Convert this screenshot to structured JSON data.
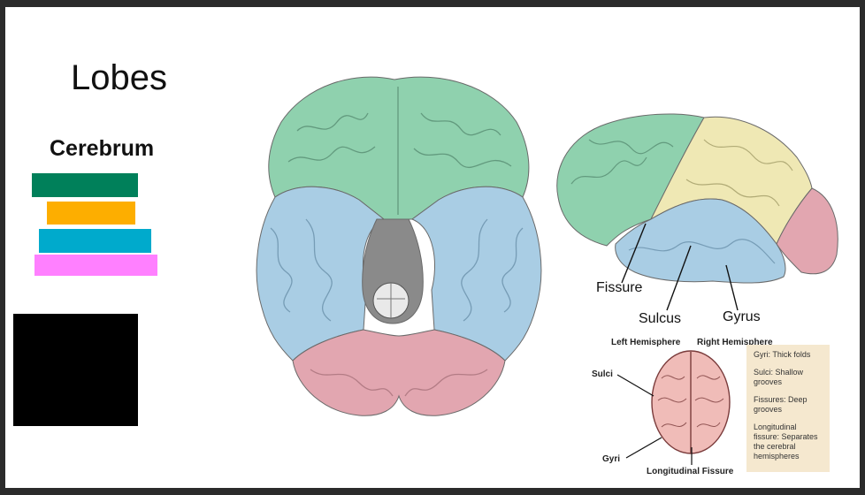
{
  "title": "Lobes",
  "subtitle": "Cerebrum",
  "legend_bars": [
    {
      "color": "#00805a"
    },
    {
      "color": "#fdae00"
    },
    {
      "color": "#00aacc"
    },
    {
      "color": "#ff80ff"
    }
  ],
  "lobe_colors": {
    "frontal": "#8fd1ae",
    "temporal": "#a9cde4",
    "occipital": "#e2a6b0",
    "parietal": "#efe8b4",
    "brainstem": "#8a8a8a"
  },
  "lateral_labels": {
    "fissure": "Fissure",
    "sulcus": "Sulcus",
    "gyrus": "Gyrus"
  },
  "inset": {
    "left_hemisphere": "Left Hemisphere",
    "right_hemisphere": "Right Hemisphere",
    "sulci": "Sulci",
    "gyri": "Gyri",
    "longitudinal_fissure": "Longitudinal Fissure",
    "notes": [
      "Gyri: Thick folds",
      "Sulci: Shallow grooves",
      "Fissures: Deep grooves",
      "Longitudinal fissure: Separates the cerebral hemispheres"
    ]
  }
}
